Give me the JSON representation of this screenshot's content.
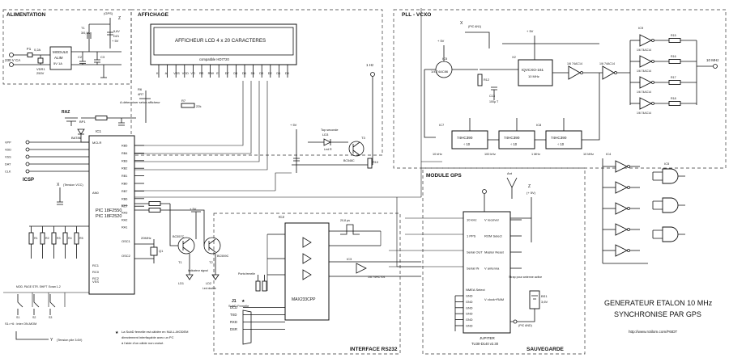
{
  "sections": {
    "alimentation": "ALIMENTATION",
    "affichage": "AFFICHAGE",
    "pll": "PLL - VCXO",
    "module_gps": "MODULE GPS",
    "interface_rs232": "INTERFACE RS232",
    "sauvegarde": "SAUVEGARDE"
  },
  "power": {
    "mains": "230 V CA",
    "fuse": "F1",
    "fuse_value": "0,2A",
    "module_line1": "MODULE",
    "module_line2": "ALIM",
    "module_line3": "5V 1A",
    "varistor": "VDR1",
    "varistor_value": "250V",
    "z": "Z",
    "gps": "(GPS)",
    "plus5v": "+ 5V",
    "r": "T1",
    "r_val": "3/0,1A",
    "zener": "5,6V",
    "c2": "C2",
    "c3": "C3",
    "c4": "C4",
    "dz": "DZ1"
  },
  "lcd": {
    "title": "AFFICHEUR LCD 4 x 20 CARACTERES",
    "compat": "compatible HD7720",
    "pins": [
      "K",
      "A",
      "VSS",
      "VDD",
      "VO",
      "RS",
      "R/W",
      "E",
      "D7",
      "D6",
      "D5",
      "D4",
      "D3",
      "D2",
      "D1",
      "D0"
    ],
    "r6": "R6",
    "r6_val": "4R7",
    "note": "A déterminer selon afficheur",
    "r7": "R7",
    "r7_val": "22k"
  },
  "mcu": {
    "name1": "PIC 18F2550",
    "name2": "PIC 18F2520",
    "ic": "IC1",
    "raz": "RAZ",
    "bp1": "BP1",
    "bat": "BAT86",
    "mclr": "MCLR",
    "an0": "AN0",
    "vss": "VSS",
    "rb_pins": [
      "RB5",
      "RB4",
      "RB3",
      "RB2",
      "RB1",
      "RB0",
      "RB7",
      "RB6",
      "RC7"
    ],
    "ra_pins": [
      "RA4",
      "RA3",
      "RA2",
      "RA1"
    ],
    "osc1": "OSC1",
    "osc2": "OSC2",
    "rc_pins": [
      "RC1",
      "RC0"
    ],
    "rc2": "RC2",
    "crystal": "20MHz",
    "quartz": "Q1",
    "icsp": "ICSP",
    "icsp_pins": [
      "VPP",
      "VDD",
      "VSS",
      "DAT",
      "CLK"
    ],
    "tension_vcc": "(Tension VCC)",
    "x": "X",
    "r_labels": [
      "R1",
      "R2",
      "R3",
      "R4",
      "R5"
    ],
    "buttons": [
      "MOD. PAGE",
      "STR. SHIFT",
      "Ecran 1-2"
    ],
    "s_labels": [
      "S1",
      "S2",
      "S3"
    ],
    "s1_note": "S1=+6 : Inter ON-MOM",
    "y": "Y",
    "tension_pile": "(Tension pile 3.6V)"
  },
  "drivers": {
    "t1": "T1",
    "t2": "T2",
    "bc557": "BC557C",
    "bc559": "BC559C",
    "led1": "LD1",
    "led2": "LD2",
    "led1_label": "Indicateur signal",
    "led2_label": "Led double",
    "hz": "1 Hz",
    "top": "Top seconde",
    "led": "LD3",
    "led_col": "Led R",
    "t3": "T3",
    "bc": "BC546C",
    "r10": "R10",
    "plus5": "+ 5V",
    "pulse": "20,8 µs"
  },
  "rs232": {
    "ic": "IC2",
    "chip": "MAX233CPP",
    "ic3": "IC3",
    "ic3_label": "1/6 74HCT04",
    "j1": "J1",
    "star": "★",
    "subd": "SubD Femelle",
    "ports": "Ports femelle",
    "signals": [
      "DCD",
      "TXD",
      "RXD",
      "DSR"
    ],
    "note1": "La SubD femelle est câblée en NULL-MODEM",
    "note2": "directement interfaçable avec un PC",
    "note3": "à l'aide d'un câble non croisé."
  },
  "gps_module": {
    "ant": "Ant",
    "z": "Z",
    "plus5": "(+ 5V)",
    "pins_left": [
      "10 kHz",
      "1 PPS",
      "Serial OUT",
      "Serial IN"
    ],
    "pins_right": [
      "V receiver",
      "ROM Select",
      "Master Reset",
      "V antenna"
    ],
    "strap": "Strap pour antenne active",
    "nmea": "NMEA Select",
    "gnd": "GND",
    "vclock": "V clock+RAM",
    "chip1": "JUPITER",
    "chip2": "TU30-D140 v2.30",
    "bs1": "BS1",
    "bat": "3,6V",
    "pic_and": "(PIC AND)"
  },
  "pll": {
    "vco": "IQVCXO-161",
    "vco_freq": "10 MHz",
    "x2": "X2",
    "ic5": "IC5",
    "ic5_label": "1/4 74AC86",
    "c_tuning": "C1",
    "r_f": "R12",
    "c_pll": "C13",
    "c_val": "100µ T",
    "divs": [
      "74HC390",
      "74HC390",
      "74HC390"
    ],
    "ic7": "IC7",
    "ic8": "IC8",
    "div_ratio": "÷ 10",
    "freqs": [
      "10 kHz",
      "100 kHz",
      "1 MHz",
      "10 MHz"
    ],
    "inv_labels": [
      "1/6 74AC14",
      "1/6 74AC14",
      "1/6 74AC14",
      "1/6 74AC14",
      "1/6 74AC14"
    ],
    "buf_ic": "IC9",
    "r_out": [
      "R15",
      "R16",
      "R17",
      "R18"
    ],
    "out_freq": "10 MHz",
    "pic_an1": "(PIC AN1)",
    "x": "X",
    "plus5": "+ 5V"
  },
  "gates": {
    "ic4": "IC4",
    "ic5": "IC5"
  },
  "title": {
    "line1": "GENERATEUR ETALON 10 MHz",
    "line2": "SYNCHRONISE PAR GPS",
    "url": "http://www.rotilom.com/F6IDT"
  }
}
